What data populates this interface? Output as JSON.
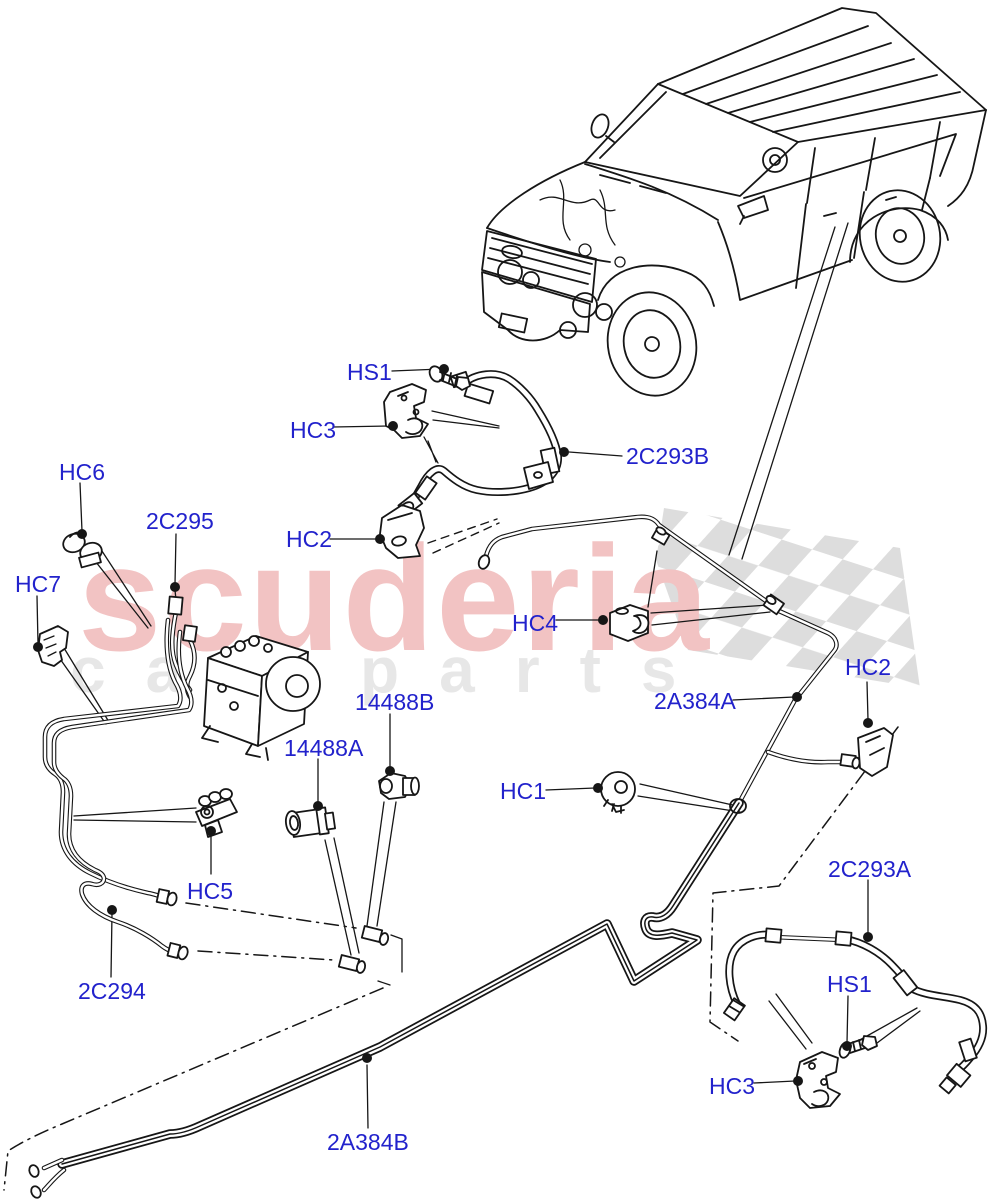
{
  "watermark": {
    "brand": "scuderia",
    "sub_left": "car",
    "sub_right": "parts"
  },
  "colors": {
    "label_blue": "#2222cc",
    "line": "#161616",
    "watermark_pink": "#f2c3c3",
    "watermark_gray": "#e7e7e7",
    "checker_gray": "#d9d9d9"
  },
  "labels": {
    "hs1_front": "HS1",
    "hc3_front": "HC3",
    "c2c293b": "2C293B",
    "hc6": "HC6",
    "c2c295": "2C295",
    "hc7": "HC7",
    "hc2_front": "HC2",
    "hc4": "HC4",
    "c2a384a": "2A384A",
    "hc2_rear": "HC2",
    "c14488b": "14488B",
    "c14488a": "14488A",
    "hc1": "HC1",
    "hc5": "HC5",
    "c2c294": "2C294",
    "c2c293a": "2C293A",
    "hs1_rear": "HS1",
    "hc3_rear": "HC3",
    "c2a384b": "2A384B"
  }
}
